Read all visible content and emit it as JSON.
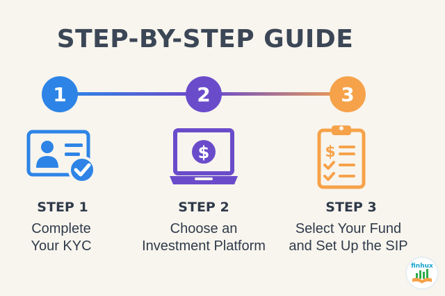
{
  "title": "STEP-BY-STEP GUIDE",
  "colors": {
    "blue": "#2d84e6",
    "purple": "#6a4ccb",
    "orange": "#f6a24a",
    "text": "#2f3a4a",
    "background": "#f8f5ee"
  },
  "steps": [
    {
      "number": "1",
      "label": "STEP 1",
      "desc_lines": [
        "Complete",
        "Your KYC"
      ],
      "icon": "id-card-check-icon"
    },
    {
      "number": "2",
      "label": "STEP 2",
      "desc_lines": [
        "Choose an",
        "Investment Platform"
      ],
      "icon": "laptop-dollar-icon"
    },
    {
      "number": "3",
      "label": "STEP 3",
      "desc_lines": [
        "Select Your Fund",
        "and Set Up the SIP"
      ],
      "icon": "clipboard-checklist-icon"
    }
  ],
  "logo": {
    "text": "finhux",
    "icon": "book-chart-icon"
  }
}
